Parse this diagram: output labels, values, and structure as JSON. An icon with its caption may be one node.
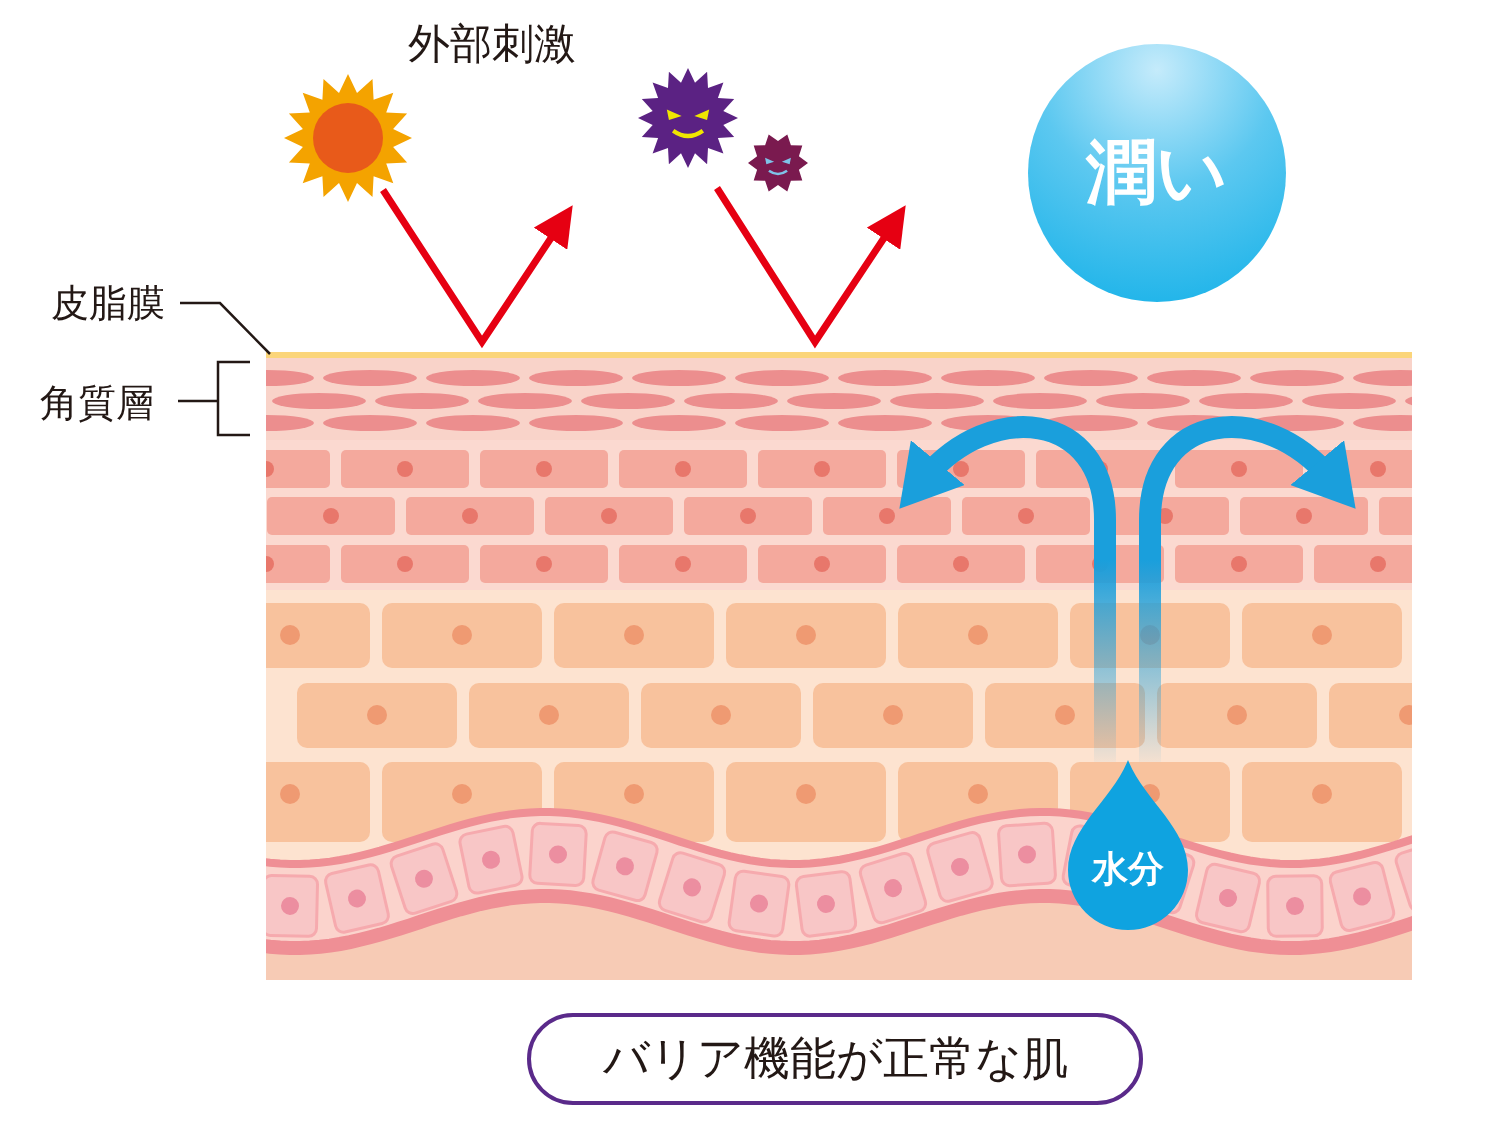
{
  "diagram": {
    "title": "外部刺激",
    "nodes": [
      {
        "text": [
          "潤い"
        ]
      },
      {
        "text": [
          "水分"
        ]
      },
      {
        "text": [
          "バリア機能が正常な肌"
        ]
      },
      {
        "text": [
          "皮脂膜"
        ]
      },
      {
        "text": [],
        "shape": "bar"
      }
    ],
    "edges": [
      {
        "from": 3,
        "to": 4,
        "arrow": "none"
      },
      {
        "from": 1,
        "to": null,
        "arrow": "to"
      },
      {
        "from": 1,
        "to": null,
        "arrow": "to"
      }
    ],
    "labels": [
      "角質層"
    ]
  }
}
